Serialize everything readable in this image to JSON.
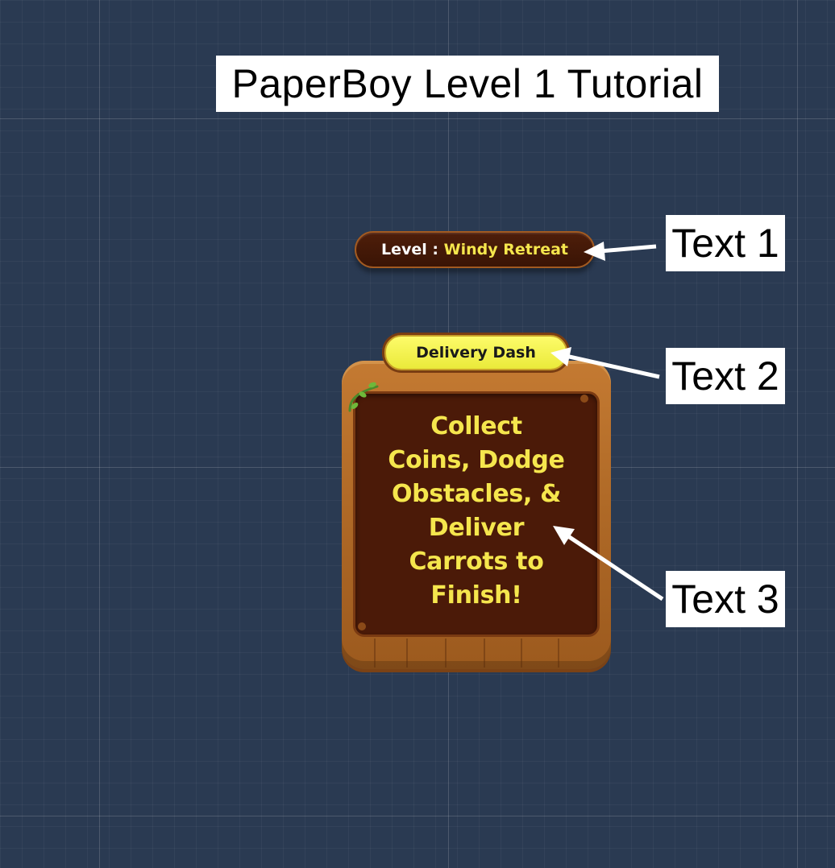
{
  "title": "PaperBoy Level 1 Tutorial",
  "level_bar": {
    "label": "Level : ",
    "value": "Windy Retreat"
  },
  "header_label": "Delivery Dash",
  "board_text": "Collect\nCoins, Dodge\nObstacles, &\nDeliver\nCarrots to\nFinish!",
  "annotations": [
    "Text 1",
    "Text 2",
    "Text 3"
  ],
  "colors": {
    "background": "#2a3a52",
    "accent_yellow": "#f5e64d",
    "board_wood": "#b06a27",
    "board_dark": "#4b1a08"
  }
}
